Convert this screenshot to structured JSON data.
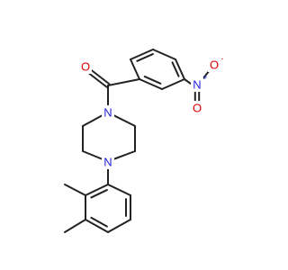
{
  "molecule": {
    "colors": {
      "bond": "#222222",
      "nitrogen": "#1f1fe0",
      "oxygen": "#e00000"
    },
    "labels": {
      "carbonyl_oxygen": "O",
      "amide_nitrogen": "N",
      "aryl_nitrogen": "N",
      "nitro_nitrogen": "N",
      "nitro_nitrogen_charge": "+",
      "nitro_oxygen_single": "O",
      "nitro_oxygen_single_charge": "-",
      "nitro_oxygen_double": "O"
    }
  }
}
